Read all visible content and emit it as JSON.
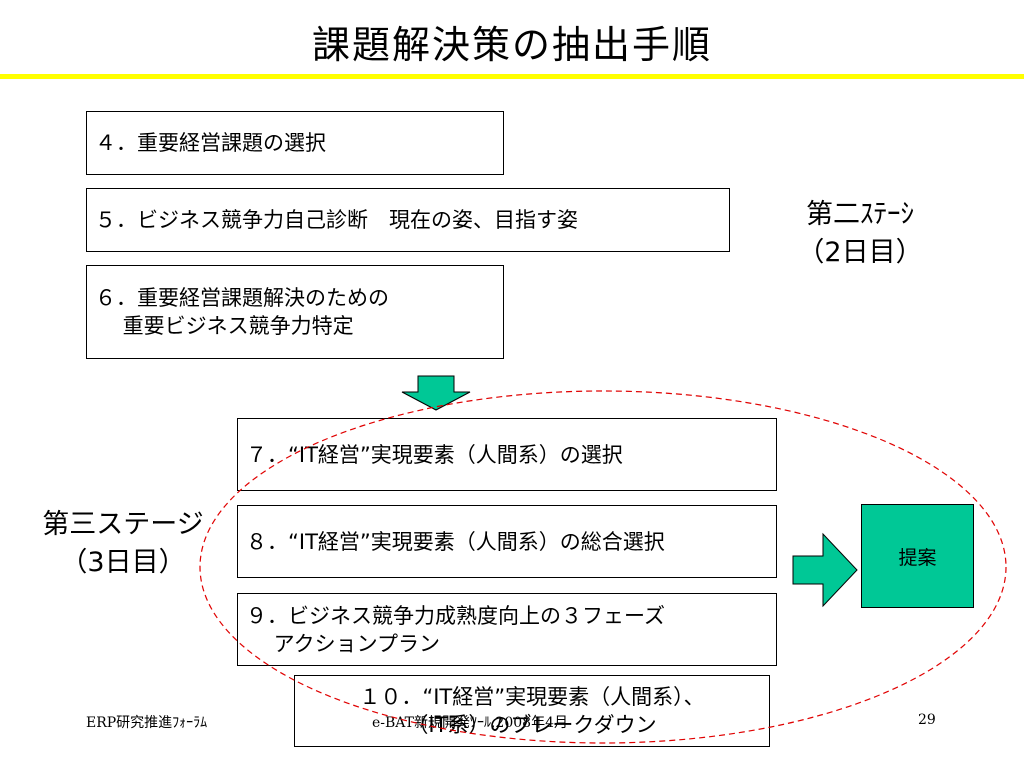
{
  "title": "課題解決策の抽出手順",
  "steps": {
    "s4": "４．重要経営課題の選択",
    "s5": "５．ビジネス競争力自己診断　現在の姿、目指す姿",
    "s6": [
      "６．重要経営課題解決のための",
      "　 重要ビジネス競争力特定"
    ],
    "s7": "７．“IT経営”実現要素（人間系）の選択",
    "s8": "８．“IT経営”実現要素（人間系）の総合選択",
    "s9": [
      "９．ビジネス競争力成熟度向上の３フェーズ",
      "　 アクションプラン"
    ],
    "s10": [
      "１０．“IT経営”実現要素（人間系）、",
      "（IT系）のブレークダウン"
    ]
  },
  "stages": {
    "second": [
      "第二ｽﾃｰｼ",
      "（2日目）"
    ],
    "third": [
      "第三ステージ",
      "（3日目）"
    ]
  },
  "proposal": "提案",
  "footer": {
    "left": "ERP研究推進ﾌｫｰﾗﾑ",
    "center": "e-BAT新規開発ﾂｰﾙ,2008年4月",
    "page": "29"
  },
  "colors": {
    "title_rule": "#ffff00",
    "arrow_fill": "#00c896",
    "proposal_fill": "#00c896",
    "ellipse_stroke": "#e00000"
  }
}
